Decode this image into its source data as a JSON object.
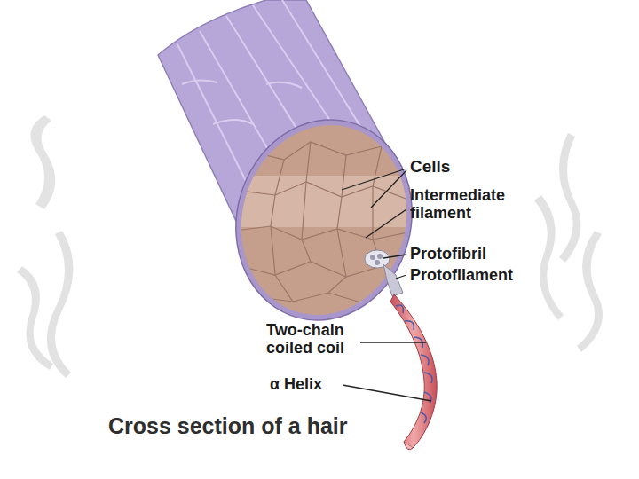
{
  "diagram": {
    "title": "Cross section of a hair",
    "labels": [
      "Cells",
      "Intermediate filament",
      "Protofibril",
      "Protofilament",
      "Two-chain coiled coil",
      "α Helix"
    ]
  }
}
